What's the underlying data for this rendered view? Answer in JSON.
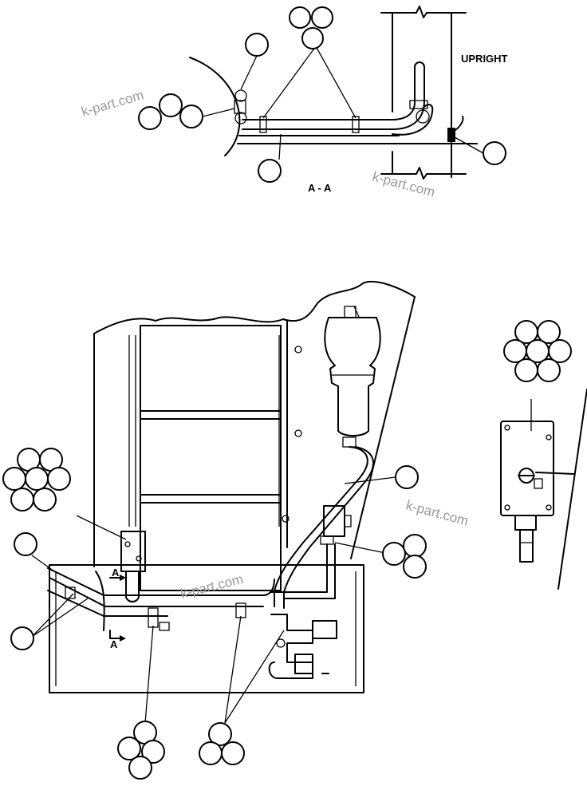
{
  "labels": {
    "upright": "UPRIGHT",
    "section": "A - A",
    "arrow_a_top": "A",
    "arrow_a_bottom": "A"
  },
  "watermarks": [
    "k-part.com",
    "k-part.com",
    "k-part.com",
    "k-part.com"
  ],
  "callout_clusters": [
    {
      "id": "top-triple",
      "balloons": 3
    },
    {
      "id": "top-single-left",
      "balloons": 1
    },
    {
      "id": "top-triple-left",
      "balloons": 3
    },
    {
      "id": "top-single-bottom",
      "balloons": 1
    },
    {
      "id": "top-single-right",
      "balloons": 1
    },
    {
      "id": "right-seven",
      "balloons": 7
    },
    {
      "id": "left-seven",
      "balloons": 7
    },
    {
      "id": "left-single-upper",
      "balloons": 1
    },
    {
      "id": "left-single-lower",
      "balloons": 1
    },
    {
      "id": "mid-single",
      "balloons": 1
    },
    {
      "id": "right-triple",
      "balloons": 3
    },
    {
      "id": "bottom-four",
      "balloons": 4
    },
    {
      "id": "bottom-triple",
      "balloons": 3
    }
  ]
}
